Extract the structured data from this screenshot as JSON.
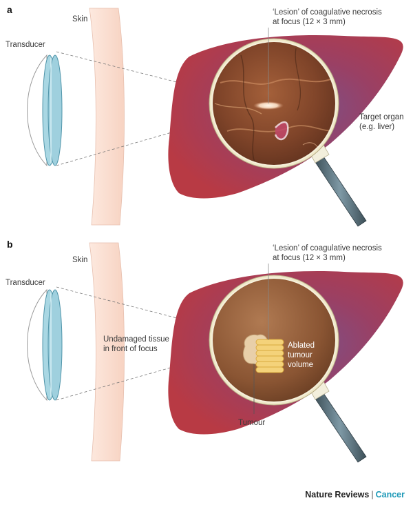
{
  "panel_a": {
    "letter": "a",
    "skin_label": "Skin",
    "transducer_label": "Transducer",
    "lesion_label_line1": "‘Lesion’ of coagulative necrosis",
    "lesion_label_line2": "at focus (12 × 3 mm)",
    "target_label_line1": "Target organ",
    "target_label_line2": "(e.g. liver)"
  },
  "panel_b": {
    "letter": "b",
    "skin_label": "Skin",
    "transducer_label": "Transducer",
    "lesion_label_line1": "‘Lesion’ of coagulative necrosis",
    "lesion_label_line2": "at focus (12 × 3 mm)",
    "undamaged_line1": "Undamaged tissue",
    "undamaged_line2": "in front of focus",
    "ablated_line1": "Ablated",
    "ablated_line2": "tumour",
    "ablated_line3": "volume",
    "tumour_label": "Tumour"
  },
  "credit": {
    "publisher": "Nature Reviews",
    "separator": "|",
    "journal": "Cancer"
  },
  "colors": {
    "liver": "#b0384a",
    "liver_shade": "#8a4468",
    "skin": "#fbe3d6",
    "transducer": "#a9d7e3",
    "lens_rim": "#ece6c8",
    "handle": "#5b7480",
    "tissue_photo": "#8a4a2c",
    "tissue_brown": "#8f5a35",
    "ablated": "#f4d27a",
    "credit_accent": "#1f9ab8"
  }
}
